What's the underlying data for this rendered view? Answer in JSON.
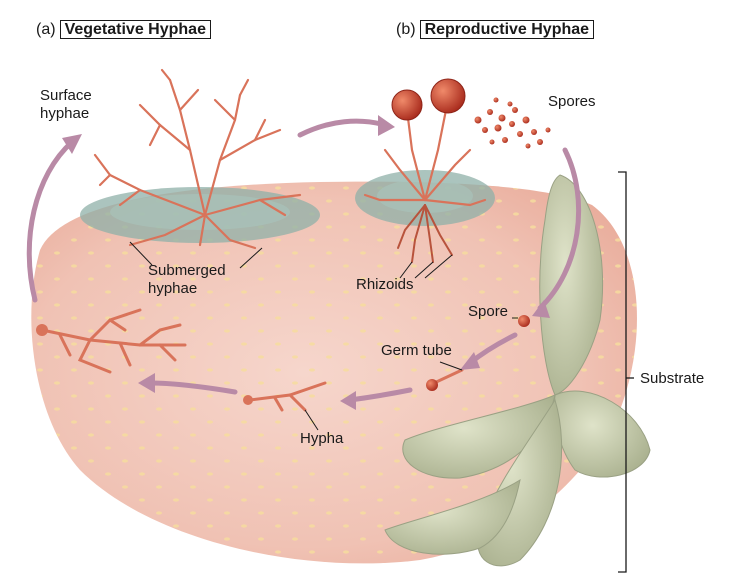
{
  "panel_a": {
    "letter": "(a)",
    "title": "Vegetative Hyphae"
  },
  "panel_b": {
    "letter": "(b)",
    "title": "Reproductive Hyphae"
  },
  "labels": {
    "surface_line1": "Surface",
    "surface_line2": "hyphae",
    "submerged_line1": "Submerged",
    "submerged_line2": "hyphae",
    "rhizoids": "Rhizoids",
    "spores": "Spores",
    "spore": "Spore",
    "germ_tube": "Germ tube",
    "hypha": "Hypha",
    "substrate": "Substrate"
  },
  "colors": {
    "substrate_fill": "#f3c9bd",
    "hyphae": "#d9735a",
    "hyphae_dark": "#b8533c",
    "mold_patch": "#8fb0a8",
    "arrow": "#b98aa6",
    "leaf": "#c9cfb2",
    "sporangium": "#c0392b",
    "dots": "#f5d79a"
  }
}
